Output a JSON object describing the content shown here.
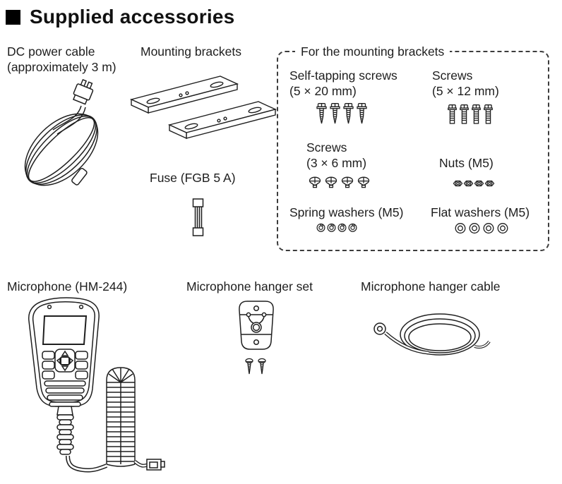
{
  "title": "Supplied accessories",
  "colors": {
    "ink": "#1c1c1c",
    "line_art": "#1f1f1f",
    "background": "#ffffff"
  },
  "items": {
    "dc_cable": {
      "line1": "DC power cable",
      "line2": "(approximately 3 m)"
    },
    "brackets": {
      "label": "Mounting brackets"
    },
    "fuse": {
      "label": "Fuse (FGB 5 A)"
    },
    "microphone": {
      "label": "Microphone (HM-244)"
    },
    "hanger_set": {
      "label": "Microphone hanger set"
    },
    "hanger_cable": {
      "label": "Microphone hanger cable"
    }
  },
  "bracket_box": {
    "title": "For the mounting brackets",
    "self_tapping": {
      "line1": "Self-tapping screws",
      "line2": "(5 × 20 mm)",
      "count": 4
    },
    "machine_screws": {
      "line1": "Screws",
      "line2": "(5 × 12 mm)",
      "count": 4
    },
    "small_screws": {
      "line1": "Screws",
      "line2": "(3 × 6 mm)",
      "count": 4
    },
    "nuts": {
      "label": "Nuts (M5)",
      "count": 4
    },
    "spring_washers": {
      "label": "Spring washers (M5)",
      "count": 4
    },
    "flat_washers": {
      "label": "Flat washers (M5)",
      "count": 4
    }
  }
}
